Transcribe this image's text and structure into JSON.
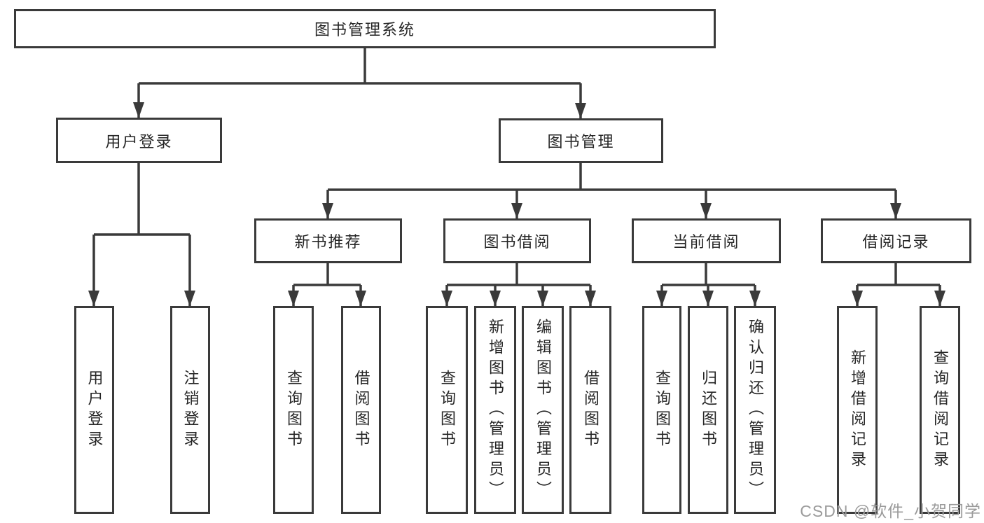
{
  "tree": {
    "label": "图书管理系统",
    "children": [
      {
        "label": "用户登录",
        "children": [
          {
            "label": "用户登录"
          },
          {
            "label": "注销登录"
          }
        ]
      },
      {
        "label": "图书管理",
        "children": [
          {
            "label": "新书推荐",
            "children": [
              {
                "label": "查询图书"
              },
              {
                "label": "借阅图书"
              }
            ]
          },
          {
            "label": "图书借阅",
            "children": [
              {
                "label": "查询图书"
              },
              {
                "label": "新增图书（管理员）"
              },
              {
                "label": "编辑图书（管理员）"
              },
              {
                "label": "借阅图书"
              }
            ]
          },
          {
            "label": "当前借阅",
            "children": [
              {
                "label": "查询图书"
              },
              {
                "label": "归还图书"
              },
              {
                "label": "确认归还（管理员）"
              }
            ]
          },
          {
            "label": "借阅记录",
            "children": [
              {
                "label": "新增借阅记录"
              },
              {
                "label": "查询借阅记录"
              }
            ]
          }
        ]
      }
    ]
  },
  "watermark": {
    "text": "CSDN @软件_小贺同学"
  },
  "colors": {
    "line": "#3a3a3a",
    "text": "#262626",
    "background": "#ffffff",
    "watermark": "#9b9b9b"
  }
}
